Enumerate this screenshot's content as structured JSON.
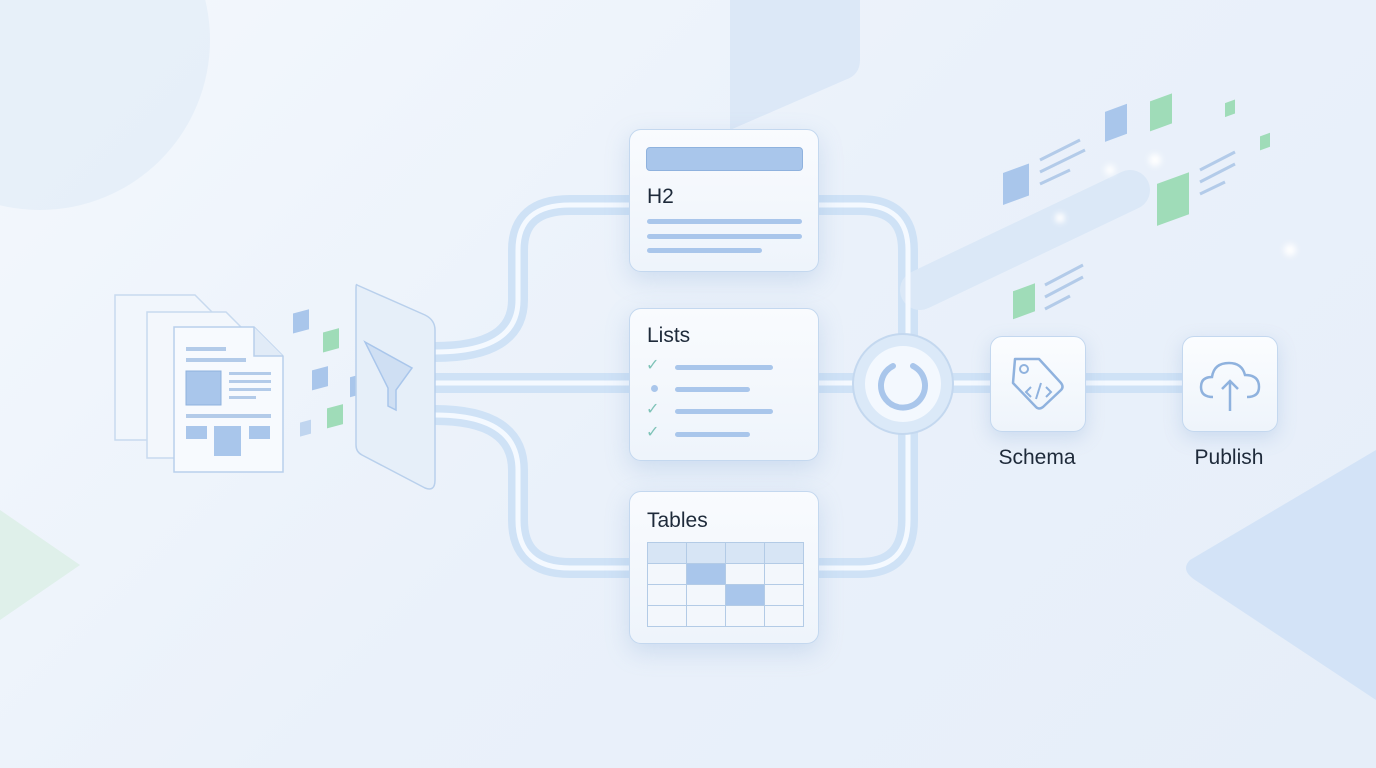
{
  "cards": {
    "heading": {
      "title": "H2"
    },
    "lists": {
      "title": "Lists"
    },
    "tables": {
      "title": "Tables"
    }
  },
  "steps": {
    "schema": {
      "label": "Schema",
      "icon": "code-tag-icon"
    },
    "publish": {
      "label": "Publish",
      "icon": "cloud-upload-icon"
    }
  },
  "icons": {
    "filter": "funnel-icon",
    "hub": "ring-icon",
    "documents": "document-stack-icon"
  },
  "colors": {
    "accent": "#a9c6eb",
    "green": "#9fdcb8",
    "line": "#c4d8ef",
    "text": "#1e2a3a"
  }
}
